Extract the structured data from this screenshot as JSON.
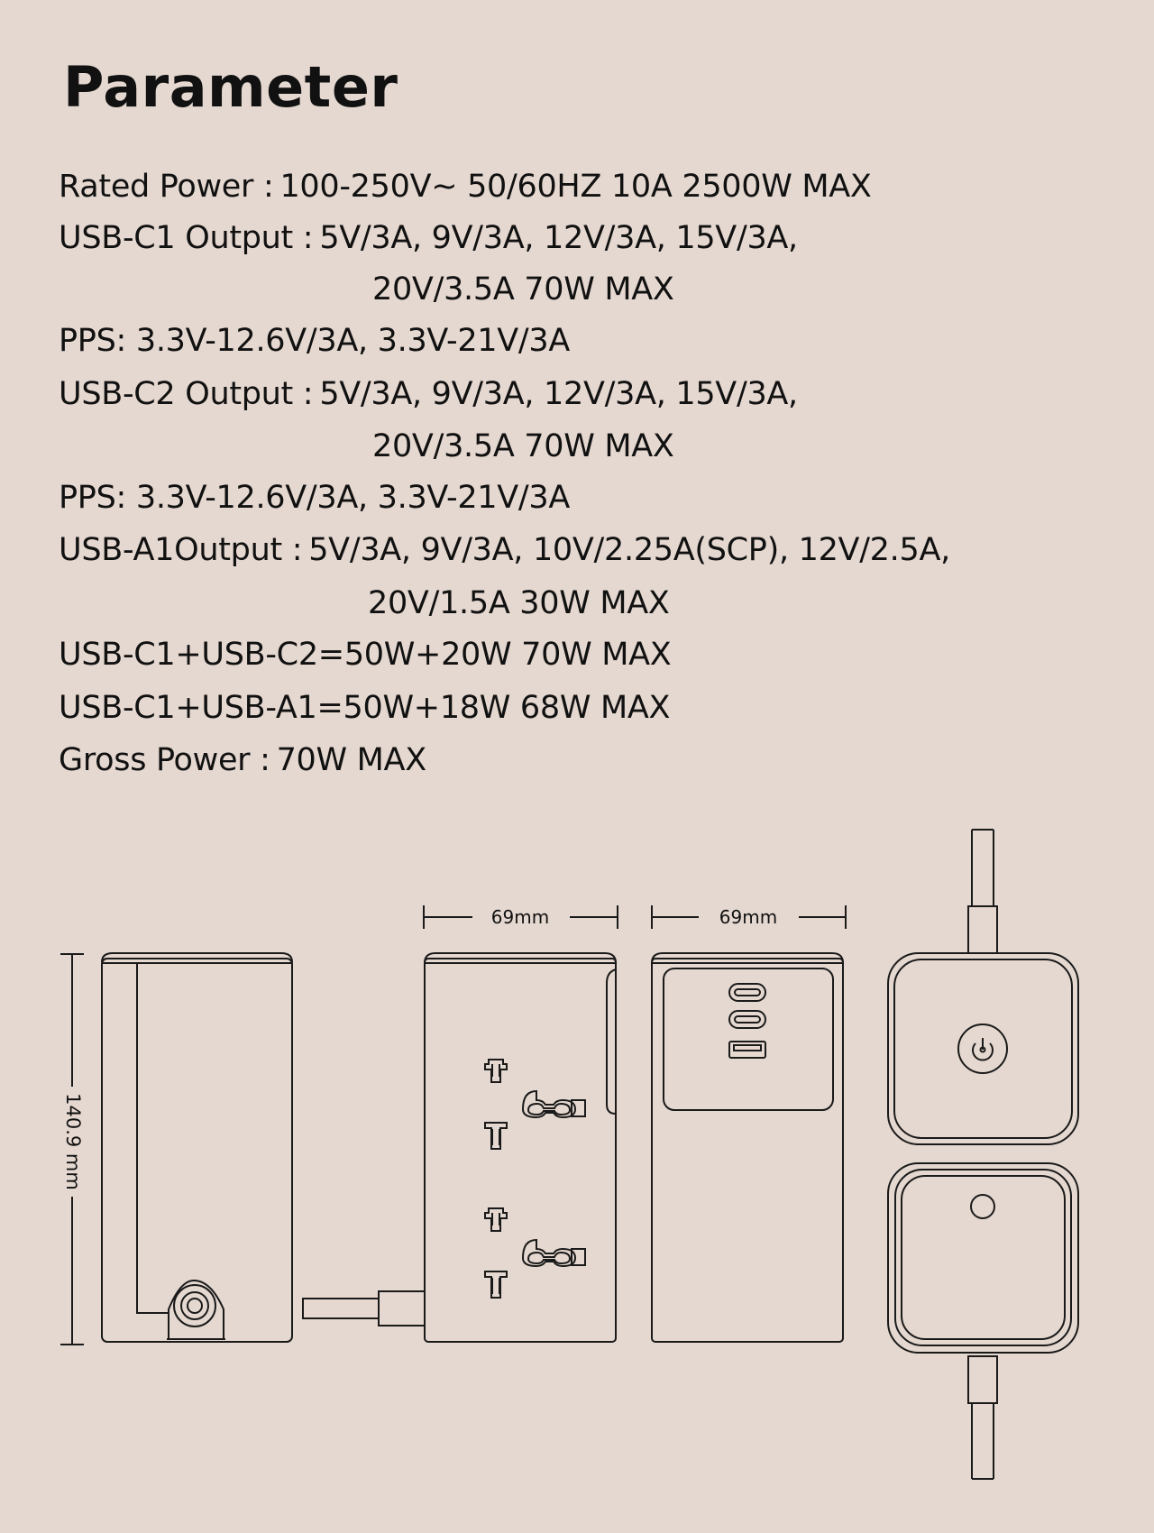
{
  "title": "Parameter",
  "specs": [
    {
      "label": "Rated Power :",
      "value": "100-250V~ 50/60HZ 10A 2500W MAX"
    },
    {
      "label": "USB-C1 Output :",
      "value": "5V/3A, 9V/3A, 12V/3A, 15V/3A,"
    },
    {
      "label": "",
      "value": "20V/3.5A 70W MAX"
    },
    {
      "label": "",
      "value": "PPS: 3.3V-12.6V/3A, 3.3V-21V/3A"
    },
    {
      "label": "USB-C2 Output :",
      "value": "5V/3A, 9V/3A, 12V/3A, 15V/3A,"
    },
    {
      "label": "",
      "value": "20V/3.5A 70W MAX"
    },
    {
      "label": "",
      "value": "PPS: 3.3V-12.6V/3A, 3.3V-21V/3A"
    },
    {
      "label": "USB-A1Output :",
      "value": "5V/3A, 9V/3A, 10V/2.25A(SCP), 12V/2.5A,"
    },
    {
      "label": "",
      "value": "20V/1.5A 30W MAX"
    },
    {
      "label": "",
      "value": "USB-C1+USB-C2=50W+20W 70W MAX"
    },
    {
      "label": "",
      "value": "USB-C1+USB-A1=50W+18W 68W MAX"
    },
    {
      "label": "Gross Power :",
      "value": "70W MAX"
    }
  ],
  "dimensions": {
    "height_label": "140.9 mm",
    "width_label_front": "69mm",
    "width_label_back": "69mm"
  },
  "colors": {
    "background": "#e5d8d0",
    "line": "#1a1a1a"
  }
}
